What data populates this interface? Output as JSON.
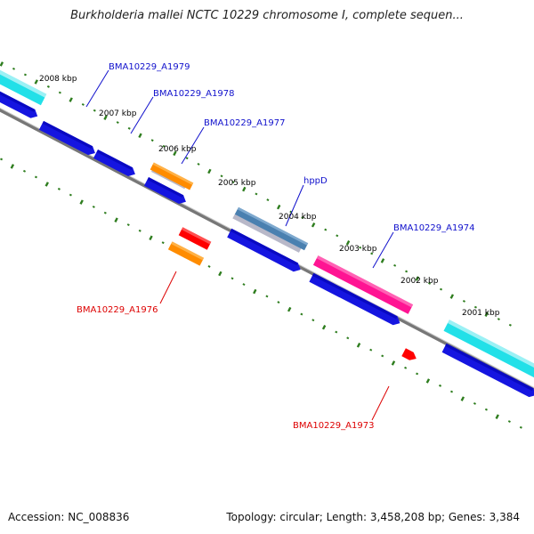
{
  "title": "Burkholderia mallei NCTC 10229 chromosome I, complete sequen...",
  "footer": {
    "accession": "Accession: NC_008836",
    "summary": "Topology: circular; Length: 3,458,208 bp; Genes: 3,384"
  },
  "colors": {
    "backbone": "#777777",
    "tick": "#2e7d1e",
    "tick_label": "#000000",
    "gene_label_forward": "#1010cc",
    "gene_label_reverse": "#dd0000"
  },
  "ticks": [
    "2008 kbp",
    "2007 kbp",
    "2006 kbp",
    "2005 kbp",
    "2004 kbp",
    "2003 kbp",
    "2002 kbp",
    "2001 kbp"
  ],
  "labels": {
    "forward": [
      "BMA10229_A1979",
      "BMA10229_A1978",
      "BMA10229_A1977",
      "hppD",
      "BMA10229_A1974"
    ],
    "reverse": [
      "BMA10229_A1976",
      "BMA10229_A1973"
    ]
  },
  "feature_colors": {
    "cds_forward": "#1515e0",
    "cds_forward_top": "#0000aa",
    "cyan_track": "#22e0e8",
    "orange_gene": "#ff8c00",
    "steelblue_gene": "#4a80b0",
    "pink_gene": "#ff1493",
    "red_gene": "#ff0000",
    "grey_band": "#b8b8c8"
  }
}
